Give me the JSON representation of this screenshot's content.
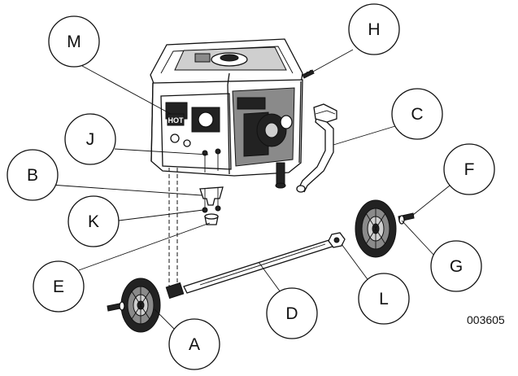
{
  "figure": {
    "number": "003605",
    "callouts": [
      {
        "id": "M",
        "label": "M"
      },
      {
        "id": "H",
        "label": "H"
      },
      {
        "id": "J",
        "label": "J"
      },
      {
        "id": "C",
        "label": "C"
      },
      {
        "id": "B",
        "label": "B"
      },
      {
        "id": "F",
        "label": "F"
      },
      {
        "id": "K",
        "label": "K"
      },
      {
        "id": "G",
        "label": "G"
      },
      {
        "id": "E",
        "label": "E"
      },
      {
        "id": "L",
        "label": "L"
      },
      {
        "id": "D",
        "label": "D"
      },
      {
        "id": "A",
        "label": "A"
      }
    ],
    "decal_text": "HOT"
  }
}
